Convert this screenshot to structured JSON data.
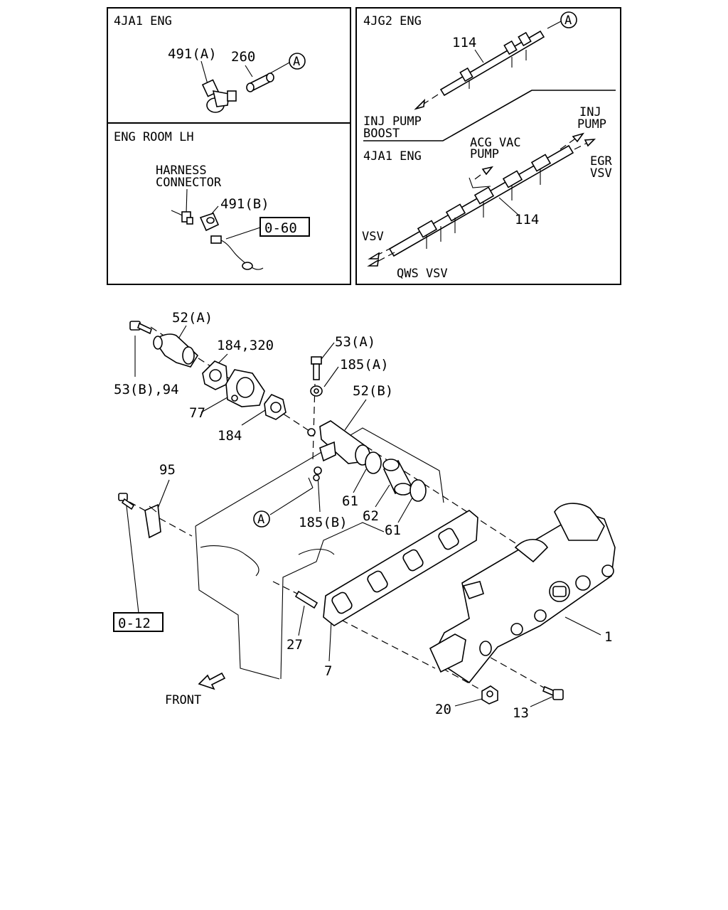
{
  "panels": {
    "top_left": {
      "title": "4JA1 ENG",
      "labels": {
        "p491a": "491(A)",
        "p260": "260",
        "ref_a": "A"
      }
    },
    "mid_left": {
      "title": "ENG ROOM LH",
      "labels": {
        "harness1": "HARNESS",
        "harness2": "CONNECTOR",
        "p491b": "491(B)",
        "ref_060": "0-60"
      }
    },
    "right": {
      "title_top": "4JG2 ENG",
      "title_bottom": "4JA1 ENG",
      "labels": {
        "ref_a": "A",
        "p114_top": "114",
        "inj_boost1": "INJ PUMP",
        "inj_boost2": "BOOST",
        "inj_pump1": "INJ",
        "inj_pump2": "PUMP",
        "acg1": "ACG VAC",
        "acg2": "PUMP",
        "egr1": "EGR",
        "egr2": "VSV",
        "p114_bottom": "114",
        "vsv": "VSV",
        "qws": "QWS VSV"
      }
    }
  },
  "main": {
    "labels": {
      "p52a": "52(A)",
      "p184_320": "184,320",
      "p53b_94": "53(B),94",
      "p77": "77",
      "p184": "184",
      "p53a": "53(A)",
      "p185a": "185(A)",
      "p52b": "52(B)",
      "p95": "95",
      "p61a": "61",
      "p62": "62",
      "p61b": "61",
      "ref_a": "A",
      "p185b": "185(B)",
      "ref_012": "0-12",
      "p27": "27",
      "p7": "7",
      "p1": "1",
      "front": "FRONT",
      "p20": "20",
      "p13": "13"
    }
  }
}
